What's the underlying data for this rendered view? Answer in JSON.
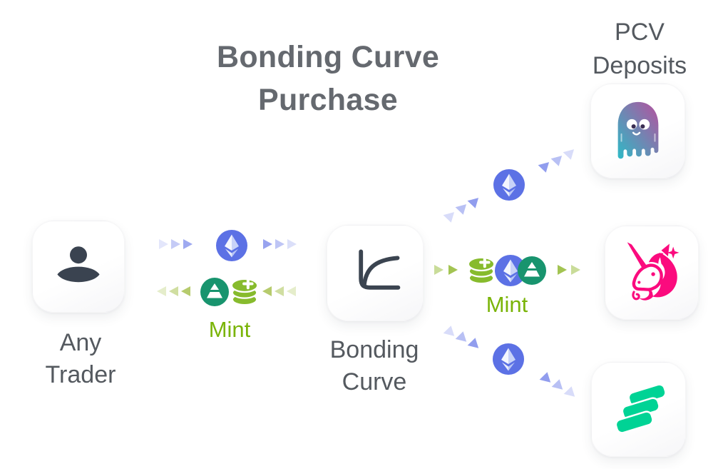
{
  "title": {
    "line1": "Bonding Curve",
    "line2": "Purchase"
  },
  "nodes": {
    "trader": {
      "label_line1": "Any",
      "label_line2": "Trader",
      "icon": "person-icon"
    },
    "curve": {
      "label_line1": "Bonding",
      "label_line2": "Curve",
      "icon": "curve-chart-icon"
    },
    "pcv": {
      "label_line1": "PCV",
      "label_line2": "Deposits"
    },
    "aave": {
      "icon": "aave-ghost-icon"
    },
    "uniswap": {
      "icon": "uniswap-unicorn-icon"
    },
    "compound": {
      "icon": "compound-layers-icon"
    }
  },
  "flows": {
    "mint_left_label": "Mint",
    "mint_right_label": "Mint",
    "coin_icons": [
      "eth-coin-icon",
      "fei-coin-icon",
      "coin-stack-plus-icon"
    ]
  },
  "colors": {
    "background": "#ffffff",
    "title_text": "#65696f",
    "label_text": "#54595f",
    "mint_text": "#7ab408",
    "arrow_blue": "#7e8ceb",
    "arrow_green_left": "#a9c254",
    "arrow_green_right": "#93ba34",
    "eth_coin": "#5c71e5",
    "fei_coin": "#18946e",
    "coin_stack": "#87bb2d",
    "icon_dark": "#3a4350",
    "aave_teal": "#2ebac6",
    "aave_purple": "#b6509e",
    "uniswap_pink": "#fb0b7e",
    "compound_green": "#00d395"
  }
}
